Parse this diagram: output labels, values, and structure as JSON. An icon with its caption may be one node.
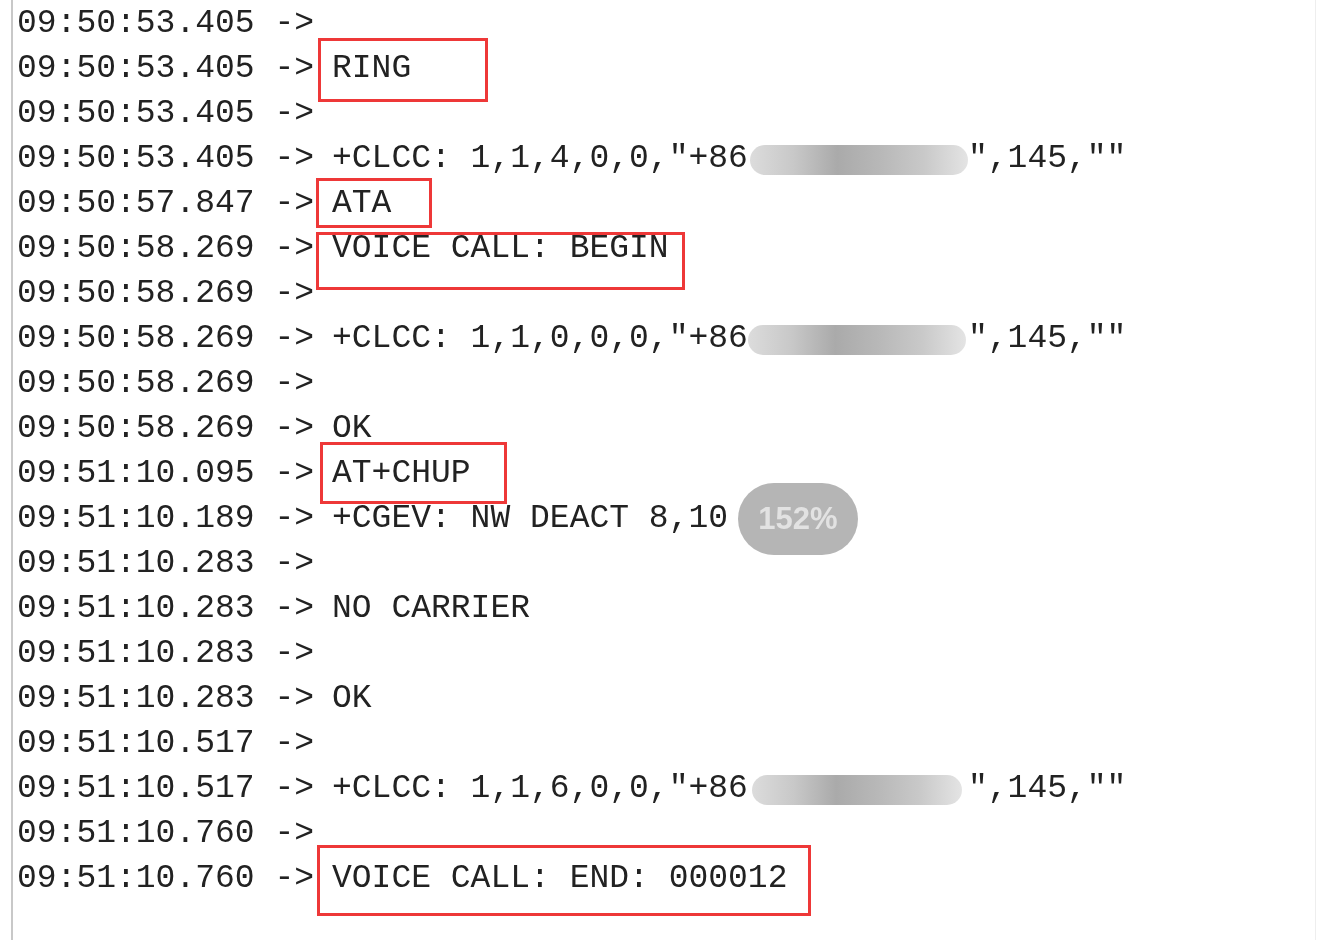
{
  "diagram": {
    "nodes": [
      {
        "text": [
          "RING"
        ]
      },
      {
        "text": [
          "ATA"
        ]
      },
      {
        "text": [
          "VOICE CALL: BEGIN"
        ]
      },
      {
        "text": [
          "AT+CHUP"
        ]
      },
      {
        "text": [
          "VOICE CALL: END: 000012"
        ]
      }
    ],
    "labels": [
      "09:50:53.405 ->",
      "09:50:53.405 ->",
      "09:50:53.405 ->",
      "09:50:53.405 ->",
      "+CLCC: 1,1,4,0,0,\"+86",
      "\",145,\"\"",
      "09:50:57.847 ->",
      "09:50:58.269 ->",
      "09:50:58.269 ->",
      "09:50:58.269 ->",
      "+CLCC: 1,1,0,0,0,\"+86",
      "\",145,\"\"",
      "09:50:58.269 ->",
      "09:50:58.269 ->",
      "OK",
      "09:51:10.095 ->",
      "09:51:10.189 ->",
      "+CGEV: NW DEACT 8,10",
      "152%",
      "09:51:10.283 ->",
      "09:51:10.283 ->",
      "NO CARRIER",
      "09:51:10.283 ->",
      "09:51:10.283 ->",
      "OK",
      "09:51:10.517 ->",
      "09:51:10.517 ->",
      "+CLCC: 1,1,6,0,0,\"+86",
      "\",145,\"\"",
      "09:51:10.760 ->",
      "09:51:10.760 ->"
    ]
  }
}
